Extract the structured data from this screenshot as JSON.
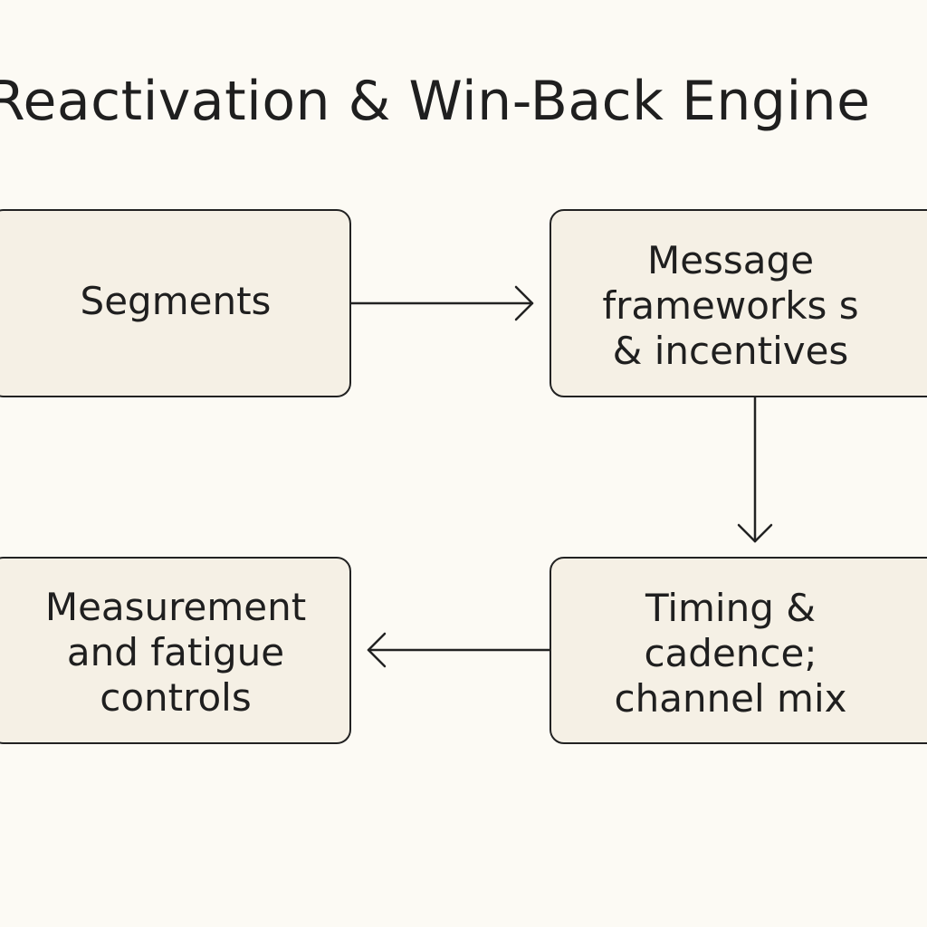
{
  "diagram": {
    "title": "Reactivation & Win-Back Engine",
    "nodes": [
      {
        "id": "segments",
        "label": "Segments"
      },
      {
        "id": "frameworks",
        "label": "Message\nframeworks s\n& incentives"
      },
      {
        "id": "timing",
        "label": "Timing &\ncadence;\nchannel mix"
      },
      {
        "id": "measurement",
        "label": "Measurement\nand fatigue\ncontrols"
      }
    ],
    "edges": [
      {
        "from": "segments",
        "to": "frameworks"
      },
      {
        "from": "frameworks",
        "to": "timing"
      },
      {
        "from": "timing",
        "to": "measurement"
      }
    ],
    "colors": {
      "background": "#fcfaf4",
      "node_fill": "#f5f0e5",
      "stroke": "#222222",
      "text": "#1f1f1f"
    }
  }
}
